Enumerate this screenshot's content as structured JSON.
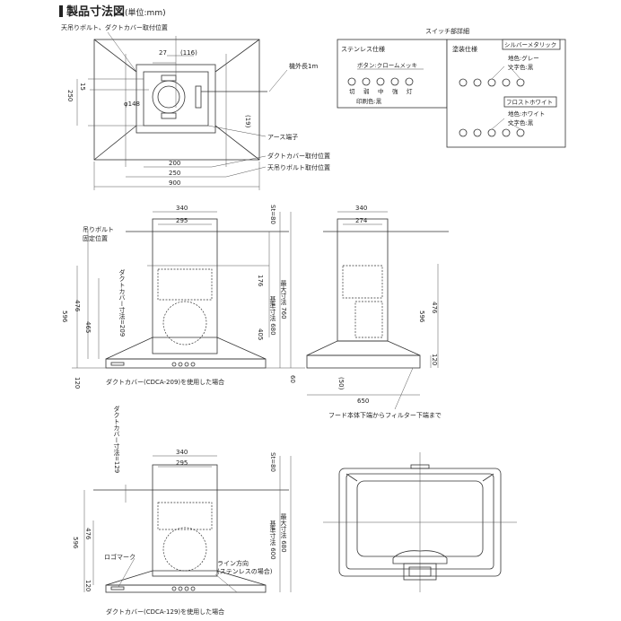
{
  "title": {
    "main": "製品寸法図",
    "unit": "(単位:mm)"
  },
  "top_view": {
    "lbl_bolt_duct": "天吊りボルト、ダクトカバー取付位置",
    "d27": "27",
    "d116": "(116)",
    "d250": "250",
    "d15": "15",
    "d148": "φ148",
    "d19": "(19)",
    "cord": "機外長1m",
    "earth": "アース端子",
    "lbl_duct_pos": "ダクトカバー取付位置",
    "lbl_bolt_pos": "天吊りボルト取付位置",
    "d200": "200",
    "d250b": "250",
    "d900": "900"
  },
  "switch": {
    "heading": "スイッチ部詳細",
    "stainless": "ステンレス仕様",
    "button_color": "ボタン:クロームメッキ",
    "labels": [
      "切",
      "弱",
      "中",
      "強",
      "灯"
    ],
    "print_color": "印刷色:黒",
    "painted": "塗装仕様",
    "silver": "シルバーメタリック",
    "silver_base": "地色:グレー",
    "silver_text": "文字色:黒",
    "frost": "フロストホワイト",
    "frost_base": "地色:ホワイト",
    "frost_text": "文字色:黒"
  },
  "front1": {
    "d340": "340",
    "d295": "295",
    "bolt_fixed_1": "吊りボルト",
    "bolt_fixed_2": "固定位置",
    "duct_209": "ダクトカバー寸法=209",
    "d596": "596",
    "d476": "476",
    "d465": "465",
    "d120": "120",
    "d176": "176",
    "d405": "405",
    "st80": "St=80",
    "base680": "基準寸法 680",
    "max760": "最大寸法 760",
    "d60": "60",
    "caption": "ダクトカバー(CDCA-209)を使用した場合"
  },
  "side": {
    "d340": "340",
    "d274": "274",
    "d596": "596",
    "d476": "476",
    "d120": "120",
    "d50": "(50)",
    "d650": "650",
    "filter_note": "フード本体下端からフィルター下端まで"
  },
  "front2": {
    "duct_129": "ダクトカバー寸法=129",
    "d340": "340",
    "d295": "295",
    "st80": "St=80",
    "d596": "596",
    "d476": "476",
    "d120": "120",
    "base600": "基準寸法 600",
    "max680": "最大寸法 680",
    "logo": "ロゴマーク",
    "line1": "ライン方向",
    "line2": "(ステンレスの場合)",
    "caption": "ダクトカバー(CDCA-129)を使用した場合"
  }
}
